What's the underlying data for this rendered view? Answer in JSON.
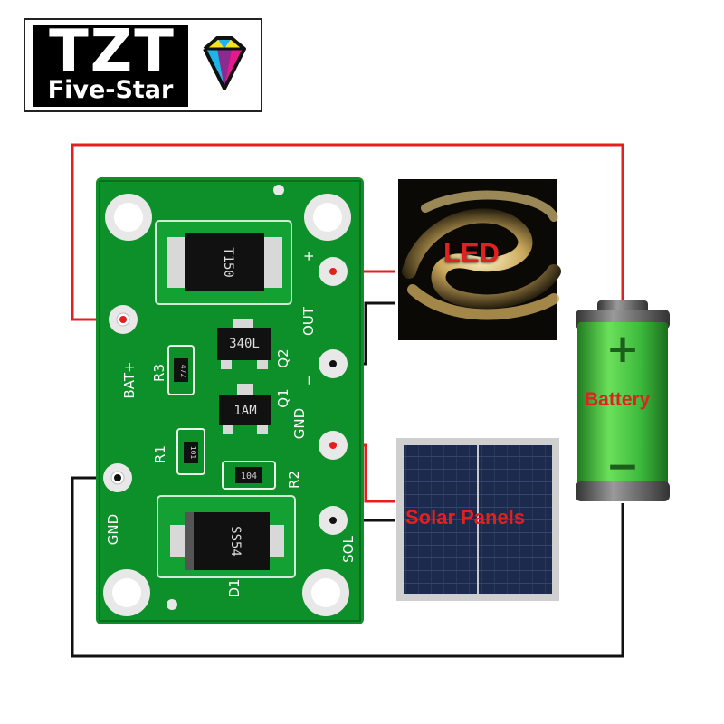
{
  "logo": {
    "brand": "TZT",
    "subtitle": "Five-Star",
    "gem_colors": [
      "#f7e21c",
      "#1eb5e7",
      "#e8198c",
      "#8b2a8f"
    ]
  },
  "labels": {
    "led": "LED",
    "battery": "Battery",
    "solar": "Solar Panels"
  },
  "battery": {
    "plus": "+",
    "minus": "−",
    "body_color": "#3cb93c",
    "cap_color": "#555555"
  },
  "board": {
    "color": "#0d8f2a",
    "pins_left": [
      "BAT+",
      "GND"
    ],
    "pins_right": [
      "OUT",
      "GND",
      "SOL"
    ],
    "silkscreen": {
      "bat_plus": "BAT+",
      "gnd_left": "GND",
      "out": "OUT",
      "out_plus": "+",
      "out_minus": "−",
      "gnd_right": "GND",
      "sol": "SOL",
      "r1": "R1",
      "r2": "R2",
      "r3": "R3",
      "q1": "Q1",
      "q2": "Q2",
      "d1": "D1"
    },
    "chips": {
      "inductor": "T150",
      "q2_chip": "340L",
      "q1_chip": "1AM",
      "diode": "SS54",
      "r2_value": "104",
      "r3_value": "472",
      "r1_value": "101"
    }
  },
  "wires": {
    "positive_color": "#e2201f",
    "negative_color": "#111111"
  }
}
